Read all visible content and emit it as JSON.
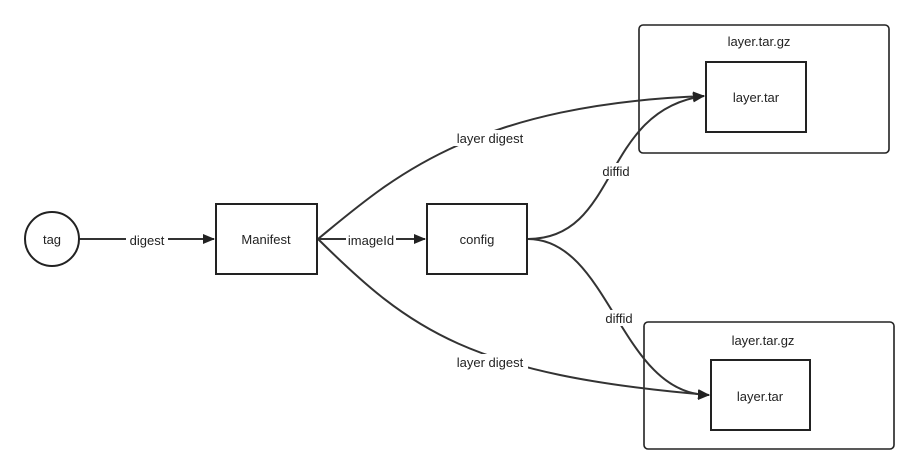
{
  "nodes": {
    "tag": "tag",
    "manifest": "Manifest",
    "config": "config",
    "archive_top": "layer.tar.gz",
    "layer_top": "layer.tar",
    "archive_bottom": "layer.tar.gz",
    "layer_bottom": "layer.tar"
  },
  "edges": {
    "tag_to_manifest": "digest",
    "manifest_to_config": "imageId",
    "manifest_to_layer_top": "layer digest",
    "manifest_to_layer_bottom": "layer digest",
    "config_to_layer_top": "diffid",
    "config_to_layer_bottom": "diffid"
  },
  "colors": {
    "stroke": "#222222",
    "edge": "#333333",
    "background": "#ffffff"
  }
}
